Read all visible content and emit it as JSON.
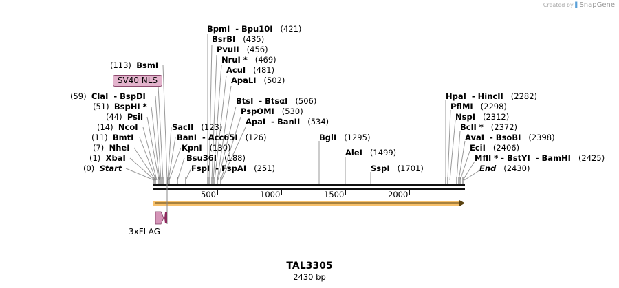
{
  "credit": {
    "prefix": "Created by",
    "brand": "SnapGene"
  },
  "title": "TAL3305",
  "length_label": "2430 bp",
  "sequence_length": 2430,
  "ticks": [
    {
      "label": "500",
      "bp": 500
    },
    {
      "label": "1000",
      "bp": 1000
    },
    {
      "label": "1500",
      "bp": 1500
    },
    {
      "label": "2000",
      "bp": 2000
    }
  ],
  "features": {
    "nls": {
      "label": "SV40 NLS",
      "color": "#e3b3cc"
    },
    "flag": {
      "label": "3xFLAG",
      "color": "#d595b8"
    },
    "orf": {
      "color": "#f5b95b",
      "direction": "forward"
    }
  },
  "sites": [
    {
      "name": "Start",
      "pos": "(0)",
      "italic": true
    },
    {
      "name": "XbaI",
      "pos": "(1)"
    },
    {
      "name": "NheI",
      "pos": "(7)"
    },
    {
      "name": "BmtI",
      "pos": "(11)"
    },
    {
      "name": "NcoI",
      "pos": "(14)"
    },
    {
      "name": "PsiI",
      "pos": "(44)"
    },
    {
      "name": "BspHI *",
      "pos": "(51)"
    },
    {
      "name": "ClaI  - BspDI",
      "pos": "(59)"
    },
    {
      "name": "BsmI",
      "pos": "(113)"
    },
    {
      "name": "SacII",
      "pos": "(123)"
    },
    {
      "name": "BanI  - Acc65I",
      "pos": "(126)"
    },
    {
      "name": "KpnI",
      "pos": "(130)"
    },
    {
      "name": "Bsu36I",
      "pos": "(188)"
    },
    {
      "name": "FspI  - FspAI",
      "pos": "(251)"
    },
    {
      "name": "BpmI  - Bpu10I",
      "pos": "(421)"
    },
    {
      "name": "BsrBI",
      "pos": "(435)"
    },
    {
      "name": "PvuII",
      "pos": "(456)"
    },
    {
      "name": "NruI *",
      "pos": "(469)"
    },
    {
      "name": "AcuI",
      "pos": "(481)"
    },
    {
      "name": "ApaLI",
      "pos": "(502)"
    },
    {
      "name": "BtsI  - BtsαI",
      "pos": "(506)"
    },
    {
      "name": "PspOMI",
      "pos": "(530)"
    },
    {
      "name": "ApaI  - BanII",
      "pos": "(534)"
    },
    {
      "name": "BglI",
      "pos": "(1295)"
    },
    {
      "name": "AleI",
      "pos": "(1499)"
    },
    {
      "name": "SspI",
      "pos": "(1701)"
    },
    {
      "name": "HpaI  - HincII",
      "pos": "(2282)"
    },
    {
      "name": "PflMI",
      "pos": "(2298)"
    },
    {
      "name": "NspI",
      "pos": "(2312)"
    },
    {
      "name": "BclI *",
      "pos": "(2372)"
    },
    {
      "name": "AvaI  - BsoBI",
      "pos": "(2398)"
    },
    {
      "name": "EciI",
      "pos": "(2406)"
    },
    {
      "name": "MflI * - BstYI  - BamHI",
      "pos": "(2425)"
    },
    {
      "name": "End",
      "pos": "(2430)",
      "italic": true
    }
  ]
}
